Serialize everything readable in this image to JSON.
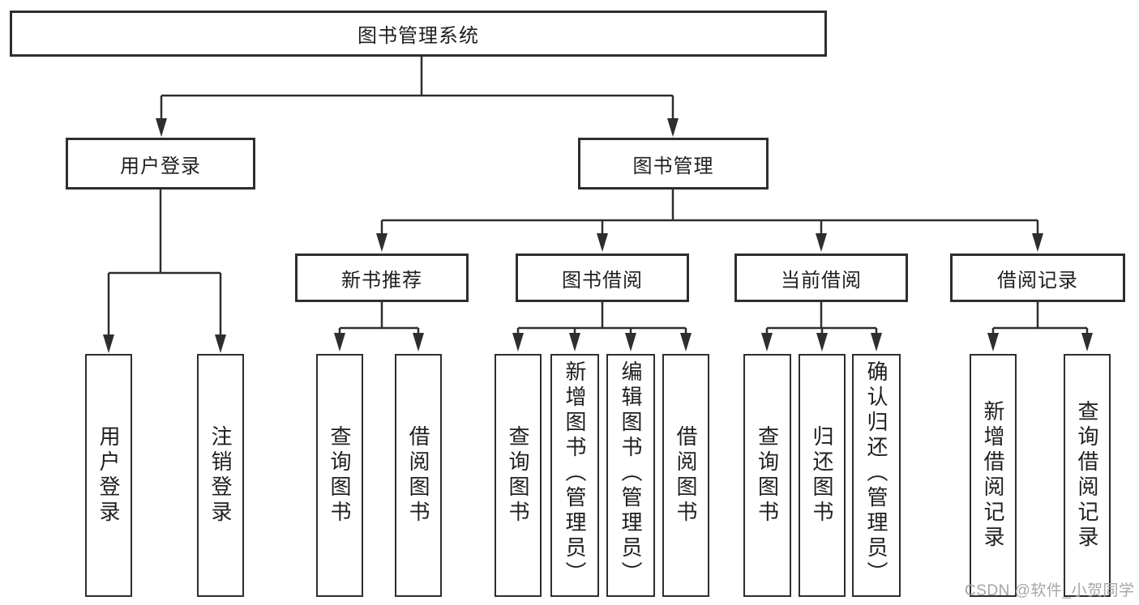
{
  "diagram": {
    "root": "图书管理系统",
    "branches": [
      {
        "label": "用户登录",
        "children": [
          "用户登录",
          "注销登录"
        ]
      },
      {
        "label": "图书管理",
        "groups": [
          {
            "label": "新书推荐",
            "children": [
              "查询图书",
              "借阅图书"
            ]
          },
          {
            "label": "图书借阅",
            "children": [
              "查询图书",
              "新增图书（管理员）",
              "编辑图书（管理员）",
              "借阅图书"
            ]
          },
          {
            "label": "当前借阅",
            "children": [
              "查询图书",
              "归还图书",
              "确认归还（管理员）"
            ]
          },
          {
            "label": "借阅记录",
            "children": [
              "新增借阅记录",
              "查询借阅记录"
            ]
          }
        ]
      }
    ]
  },
  "watermark": {
    "text": "CSDN @软件_小贺同学"
  },
  "colors": {
    "line": "#2e2e2e",
    "text": "#1f1f1f",
    "background": "#ffffff",
    "watermark": "#a6a6a6"
  }
}
